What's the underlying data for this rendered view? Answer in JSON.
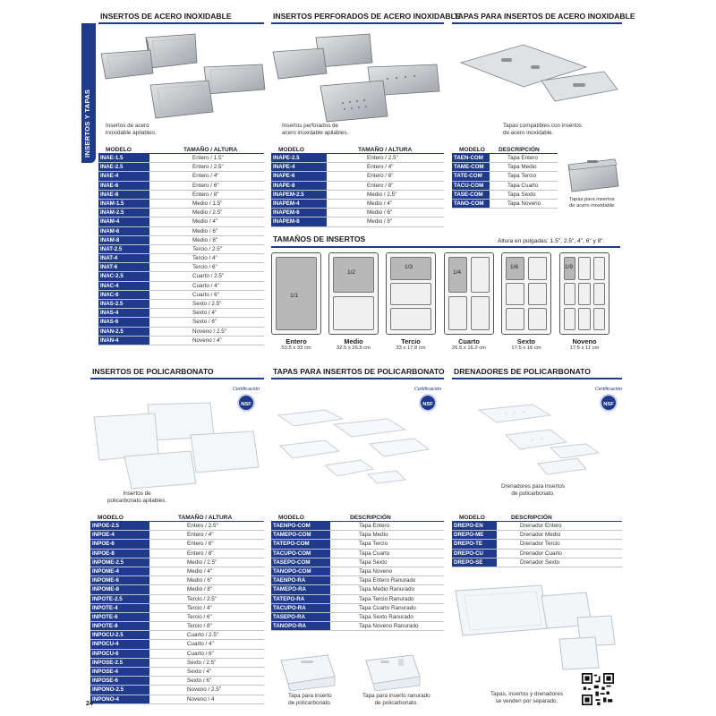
{
  "side_tab": "INSERTOS Y TAPAS",
  "page_number": "24",
  "certification_label": "Certificación",
  "nsf_label": "NSF",
  "accent_color": "#1f3a8a",
  "sections": {
    "acero": {
      "title": "INSERTOS DE ACERO INOXIDABLE",
      "caption": "Insertos de acero\ninoxidable apilables.",
      "columns": [
        "MODELO",
        "TAMAÑO / ALTURA"
      ],
      "rows": [
        [
          "INAE-1.5",
          "Entero / 1.5\""
        ],
        [
          "INAE-2.5",
          "Entero / 2.5\""
        ],
        [
          "INAE-4",
          "Entero / 4\""
        ],
        [
          "INAE-6",
          "Entero / 6\""
        ],
        [
          "INAE-8",
          "Entero / 8\""
        ],
        [
          "INAM-1.5",
          "Medio / 1.5\""
        ],
        [
          "INAM-2.5",
          "Medio / 2.5\""
        ],
        [
          "INAM-4",
          "Medio / 4\""
        ],
        [
          "INAM-6",
          "Medio / 6\""
        ],
        [
          "INAM-8",
          "Medio / 8\""
        ],
        [
          "INAT-2.5",
          "Tercio / 2.5\""
        ],
        [
          "INAT-4",
          "Tercio / 4\""
        ],
        [
          "INAT-6",
          "Tercio / 6\""
        ],
        [
          "INAC-2.5",
          "Cuarto / 2.5\""
        ],
        [
          "INAC-4",
          "Cuarto / 4\""
        ],
        [
          "INAC-6",
          "Cuarto / 6\""
        ],
        [
          "INAS-2.5",
          "Sexto / 2.5\""
        ],
        [
          "INAS-4",
          "Sexto / 4\""
        ],
        [
          "INAS-6",
          "Sexto / 6\""
        ],
        [
          "INAN-2.5",
          "Noveno / 2.5\""
        ],
        [
          "INAN-4",
          "Noveno / 4\""
        ]
      ]
    },
    "perforados": {
      "title": "INSERTOS PERFORADOS DE ACERO INOXIDABLE",
      "caption": "Insertos perforados de\nacero inoxidable apilables.",
      "columns": [
        "MODELO",
        "TAMAÑO / ALTURA"
      ],
      "rows": [
        [
          "INAPE-2.5",
          "Entero / 2.5\""
        ],
        [
          "INAPE-4",
          "Entero / 4\""
        ],
        [
          "INAPE-6",
          "Entero / 6\""
        ],
        [
          "INAPE-8",
          "Entero / 8\""
        ],
        [
          "INAPEM-2.5",
          "Medio / 2.5\""
        ],
        [
          "INAPEM-4",
          "Medio / 4\""
        ],
        [
          "INAPEM-6",
          "Medio / 6\""
        ],
        [
          "INAPEM-8",
          "Medio / 8\""
        ]
      ]
    },
    "tapas_acero": {
      "title": "TAPAS PARA INSERTOS DE ACERO INOXIDABLE",
      "caption": "Tapas compatibles con insertos\nde acero inoxidable.",
      "side_caption": "Tapas para insertos\nde acero inoxidable.",
      "columns": [
        "MODELO",
        "DESCRIPCIÓN"
      ],
      "rows": [
        [
          "TAEN-COM",
          "Tapa Entero"
        ],
        [
          "TAME-COM",
          "Tapa Medio"
        ],
        [
          "TATE-COM",
          "Tapa Tercio"
        ],
        [
          "TACU-COM",
          "Tapa Cuarto"
        ],
        [
          "TASE-COM",
          "Tapa Sexto"
        ],
        [
          "TANO-COM",
          "Tapa Noveno"
        ]
      ]
    },
    "tamanos": {
      "title": "TAMAÑOS DE INSERTOS",
      "legend": "Altura en pulgadas: 1.5\", 2.5\", 4\", 6\" y 8\".",
      "pans": [
        {
          "name": "Entero",
          "dim": "53.5 x 33 cm",
          "label": "1/1"
        },
        {
          "name": "Medio",
          "dim": "32.5 x 26.5 cm",
          "label": "1/2"
        },
        {
          "name": "Tercio",
          "dim": "33 x 17.8 cm",
          "label": "1/3"
        },
        {
          "name": "Cuarto",
          "dim": "26.5 x 16.2 cm",
          "label": "1/4"
        },
        {
          "name": "Sexto",
          "dim": "17.5 x 16 cm",
          "label": "1/6"
        },
        {
          "name": "Noveno",
          "dim": "17.5 x 11 cm",
          "label": "1/9"
        }
      ]
    },
    "policarbonato": {
      "title": "INSERTOS DE POLICARBONATO",
      "caption": "Insertos de\npolicarbonato apilables.",
      "columns": [
        "MODELO",
        "TAMAÑO / ALTURA"
      ],
      "rows": [
        [
          "INPOE-2.5",
          "Entero / 2.5\""
        ],
        [
          "INPOE-4",
          "Entero / 4\""
        ],
        [
          "INPOE-6",
          "Entero / 6\""
        ],
        [
          "INPOE-8",
          "Entero / 8\""
        ],
        [
          "INPOME-2.5",
          "Medio / 2.5\""
        ],
        [
          "INPOME-4",
          "Medio / 4\""
        ],
        [
          "INPOME-6",
          "Medio / 6\""
        ],
        [
          "INPOME-8",
          "Medio / 8\""
        ],
        [
          "INPOTE-2.5",
          "Tercio / 2.5\""
        ],
        [
          "INPOTE-4",
          "Tercio / 4\""
        ],
        [
          "INPOTE-6",
          "Tercio / 6\""
        ],
        [
          "INPOTE-8",
          "Tercio / 8\""
        ],
        [
          "INPOCU-2.5",
          "Cuarto / 2.5\""
        ],
        [
          "INPOCU-4",
          "Cuarto / 4\""
        ],
        [
          "INPOCU-6",
          "Cuarto / 6\""
        ],
        [
          "INPOSE-2.5",
          "Sexto / 2.5\""
        ],
        [
          "INPOSE-4",
          "Sexto / 4\""
        ],
        [
          "INPOSE-6",
          "Sexto / 6\""
        ],
        [
          "INPONO-2.5",
          "Noveno / 2.5\""
        ],
        [
          "INPONO-4",
          "Noveno / 4"
        ]
      ]
    },
    "tapas_poli": {
      "title": "TAPAS PARA INSERTOS DE POLICARBONATO",
      "columns": [
        "MODELO",
        "DESCRIPCIÓN"
      ],
      "rows": [
        [
          "TAENPO-COM",
          "Tapa Entero"
        ],
        [
          "TAMEPO-COM",
          "Tapa Medio"
        ],
        [
          "TATEPO-COM",
          "Tapa Tercio"
        ],
        [
          "TACUPO-COM",
          "Tapa Cuarto"
        ],
        [
          "TASEPO-COM",
          "Tapa Sexto"
        ],
        [
          "TANOPO-COM",
          "Tapa Noveno"
        ],
        [
          "TAENPO-RA",
          "Tapa Entero Ranurado"
        ],
        [
          "TAMEPO-RA",
          "Tapa Medio Ranurado"
        ],
        [
          "TATEPO-RA",
          "Tapa Tercio Ranurado"
        ],
        [
          "TACUPO-RA",
          "Tapa Cuarto Ranurado"
        ],
        [
          "TASEPO-RA",
          "Tapa Sexto Ranurado"
        ],
        [
          "TANOPO-RA",
          "Tapa Noveno Ranurado"
        ]
      ],
      "caption_left": "Tapa para inserto\nde policarbonato.",
      "caption_right": "Tapa para inserto ranurado\nde policarbonato."
    },
    "drenadores": {
      "title": "DRENADORES DE POLICARBONATO",
      "caption": "Drenadores para insertos\nde policarbonato.",
      "columns": [
        "MODELO",
        "DESCRIPCIÓN"
      ],
      "rows": [
        [
          "DREPO-EN",
          "Drenador Entero"
        ],
        [
          "DREPO-ME",
          "Drenador Medio"
        ],
        [
          "DREPO-TE",
          "Drenador Tercio"
        ],
        [
          "DREPO-CU",
          "Drenador Cuarto"
        ],
        [
          "DREPO-SE",
          "Drenador Sexto"
        ]
      ],
      "bottom_caption": "Tapas, insertos y drenadores\nse venden por separado."
    }
  }
}
